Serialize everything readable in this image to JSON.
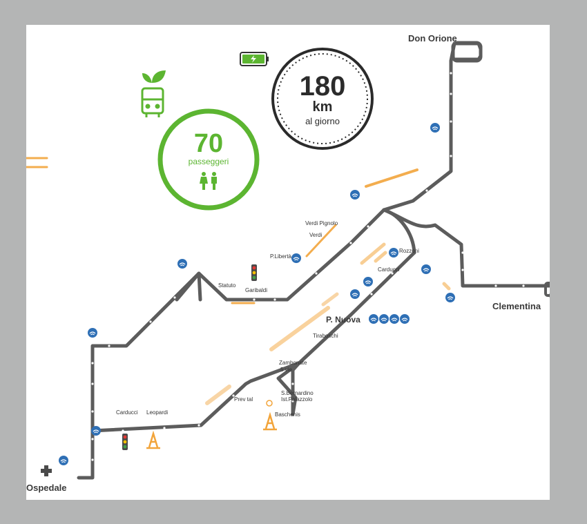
{
  "stats": {
    "distance_value": "180",
    "distance_unit": "km",
    "distance_caption": "al giorno",
    "passengers_value": "70",
    "passengers_caption": "passeggeri"
  },
  "terminals": {
    "north": "Don Orione",
    "east": "Clementina",
    "south_west": "Ospedale"
  },
  "stops": {
    "verdi_pignolo": "Verdi Pignolo",
    "verdi": "Verdi",
    "p_liberta": "P.Libertà",
    "garibaldi": "Garibaldi",
    "statuto": "Statuto",
    "rozzoni": "Rozzoni",
    "carducci_east": "Carducci",
    "p_nuova": "P. Nuova",
    "tiraboschi": "Tiraboschi",
    "zambonate": "Zambonate",
    "cinque_vie": "5 vie",
    "s_bernardino": "S.Bernardino",
    "ist_palazzolo": "Ist.Palazzolo",
    "baschenis": "Baschenis",
    "prev_tal": "Prev tal",
    "carducci_west": "Carducci",
    "leopardi": "Leopardi"
  },
  "icons": {
    "battery": "battery-charging-icon",
    "bus": "electric-bus-icon",
    "passengers": "passengers-icon",
    "hospital": "hospital-cross-icon",
    "wifi": "wifi-icon",
    "traffic_light": "traffic-light-icon",
    "cone": "traffic-cone-icon"
  },
  "colors": {
    "route": "#5c5c5c",
    "accent_green": "#5cb531",
    "wifi_blue": "#2e6fb5",
    "works_orange": "#f2a43a",
    "dark_text": "#2b2b2b"
  }
}
